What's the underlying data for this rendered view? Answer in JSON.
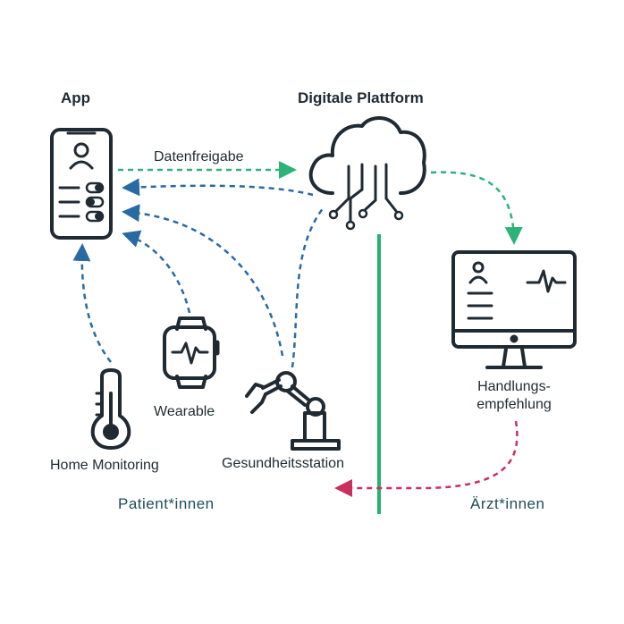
{
  "labels": {
    "app": "App",
    "platform": "Digitale Plattform",
    "data_sharing": "Datenfreigabe",
    "recommendation_line1": "Handlungs-",
    "recommendation_line2": "empfehlung",
    "wearable": "Wearable",
    "home_monitoring": "Home Monitoring",
    "health_station": "Gesundheitsstation",
    "patients": "Patient*innen",
    "doctors": "Ärzt*innen"
  },
  "colors": {
    "ink": "#1f2a33",
    "green": "#2db37a",
    "blue": "#2a6aa3",
    "magenta": "#c8305f",
    "divider": "#27b072",
    "group_text": "#1e4d5c"
  },
  "icons": [
    "smartphone-icon",
    "cloud-circuit-icon",
    "monitor-icon",
    "smartwatch-icon",
    "thermometer-icon",
    "robot-arm-icon"
  ]
}
